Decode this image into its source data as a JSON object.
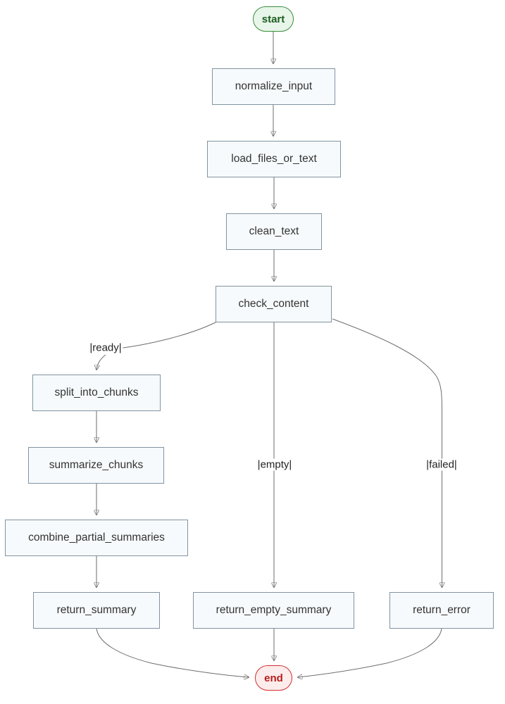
{
  "diagram": {
    "type": "flowchart",
    "direction": "top-down",
    "nodes": {
      "start": {
        "label": "start",
        "shape": "stadium"
      },
      "normalize_input": {
        "label": "normalize_input",
        "shape": "rect"
      },
      "load_files_or_text": {
        "label": "load_files_or_text",
        "shape": "rect"
      },
      "clean_text": {
        "label": "clean_text",
        "shape": "rect"
      },
      "check_content": {
        "label": "check_content",
        "shape": "rect"
      },
      "split_into_chunks": {
        "label": "split_into_chunks",
        "shape": "rect"
      },
      "summarize_chunks": {
        "label": "summarize_chunks",
        "shape": "rect"
      },
      "combine_partial_summaries": {
        "label": "combine_partial_summaries",
        "shape": "rect"
      },
      "return_summary": {
        "label": "return_summary",
        "shape": "rect"
      },
      "return_empty_summary": {
        "label": "return_empty_summary",
        "shape": "rect"
      },
      "return_error": {
        "label": "return_error",
        "shape": "rect"
      },
      "end": {
        "label": "end",
        "shape": "stadium"
      }
    },
    "edges": [
      {
        "from": "start",
        "to": "normalize_input",
        "label": ""
      },
      {
        "from": "normalize_input",
        "to": "load_files_or_text",
        "label": ""
      },
      {
        "from": "load_files_or_text",
        "to": "clean_text",
        "label": ""
      },
      {
        "from": "clean_text",
        "to": "check_content",
        "label": ""
      },
      {
        "from": "check_content",
        "to": "split_into_chunks",
        "label": "|ready|"
      },
      {
        "from": "check_content",
        "to": "return_empty_summary",
        "label": "|empty|"
      },
      {
        "from": "check_content",
        "to": "return_error",
        "label": "|failed|"
      },
      {
        "from": "split_into_chunks",
        "to": "summarize_chunks",
        "label": ""
      },
      {
        "from": "summarize_chunks",
        "to": "combine_partial_summaries",
        "label": ""
      },
      {
        "from": "combine_partial_summaries",
        "to": "return_summary",
        "label": ""
      },
      {
        "from": "return_summary",
        "to": "end",
        "label": ""
      },
      {
        "from": "return_empty_summary",
        "to": "end",
        "label": ""
      },
      {
        "from": "return_error",
        "to": "end",
        "label": ""
      }
    ],
    "colors": {
      "node_fill": "#f7fafc",
      "node_border": "#8193a1",
      "node_text": "#333333",
      "start_fill": "#e8f5e9",
      "start_border": "#388e3c",
      "start_text": "#1b5e20",
      "end_fill": "#fdecec",
      "end_border": "#d32f2f",
      "end_text": "#b71c1c",
      "edge_line": "#6e6e6e",
      "arrowhead": "#444444",
      "background": "#ffffff"
    }
  }
}
